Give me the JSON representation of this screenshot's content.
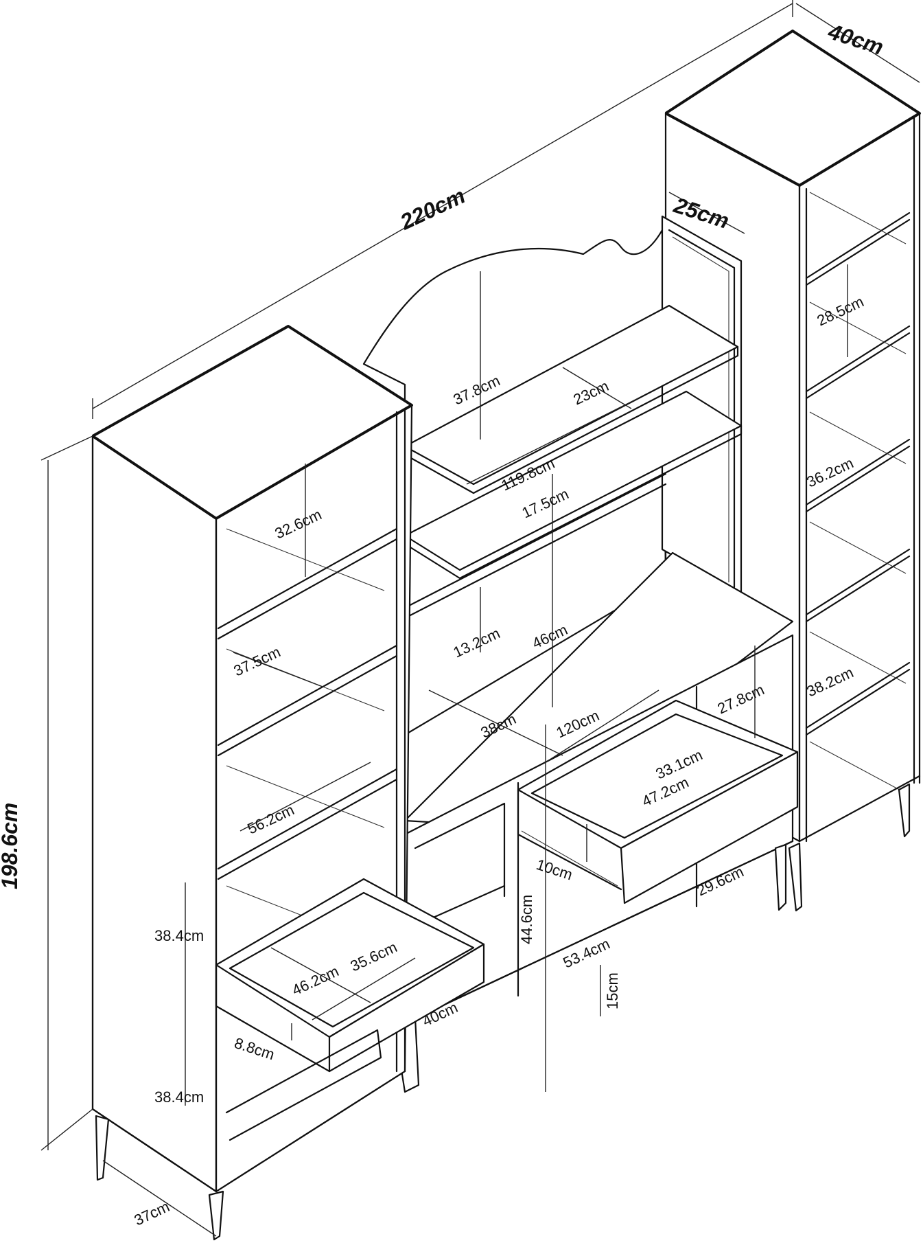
{
  "dimensions": {
    "overall_width": "220cm",
    "overall_height": "198.6cm",
    "tower_depth": "40cm",
    "frame_depth": "25cm",
    "left_depth": "37cm",
    "arch_height": "37.8cm",
    "upper_shelf_depth": "23cm",
    "upper_shelf_width": "119.8cm",
    "upper_shelf_gap": "17.5cm",
    "lower_gap": "13.2cm",
    "center_height": "46cm",
    "desk_depth": "38cm",
    "desk_width": "120cm",
    "left_top_compartment": "32.6cm",
    "left_second_compartment": "37.5cm",
    "left_wide_shelf": "56.2cm",
    "left_drawer_height_top": "38.4cm",
    "left_drawer_height_bottom": "38.4cm",
    "left_drawer_width": "46.2cm",
    "left_drawer_depth": "35.6cm",
    "left_drawer_front": "8.8cm",
    "bottom_depth": "40cm",
    "center_bottom_height": "44.6cm",
    "center_bottom_width": "53.4cm",
    "leg_height": "15cm",
    "drawer_inner_depth": "33.1cm",
    "drawer_inner_width": "47.2cm",
    "drawer_front_height": "10cm",
    "right_compartment_height": "27.8cm",
    "right_bottom_width": "29.6cm",
    "tower_shelf_1": "28.5cm",
    "tower_shelf_2": "36.2cm",
    "tower_shelf_3": "38.2cm"
  }
}
